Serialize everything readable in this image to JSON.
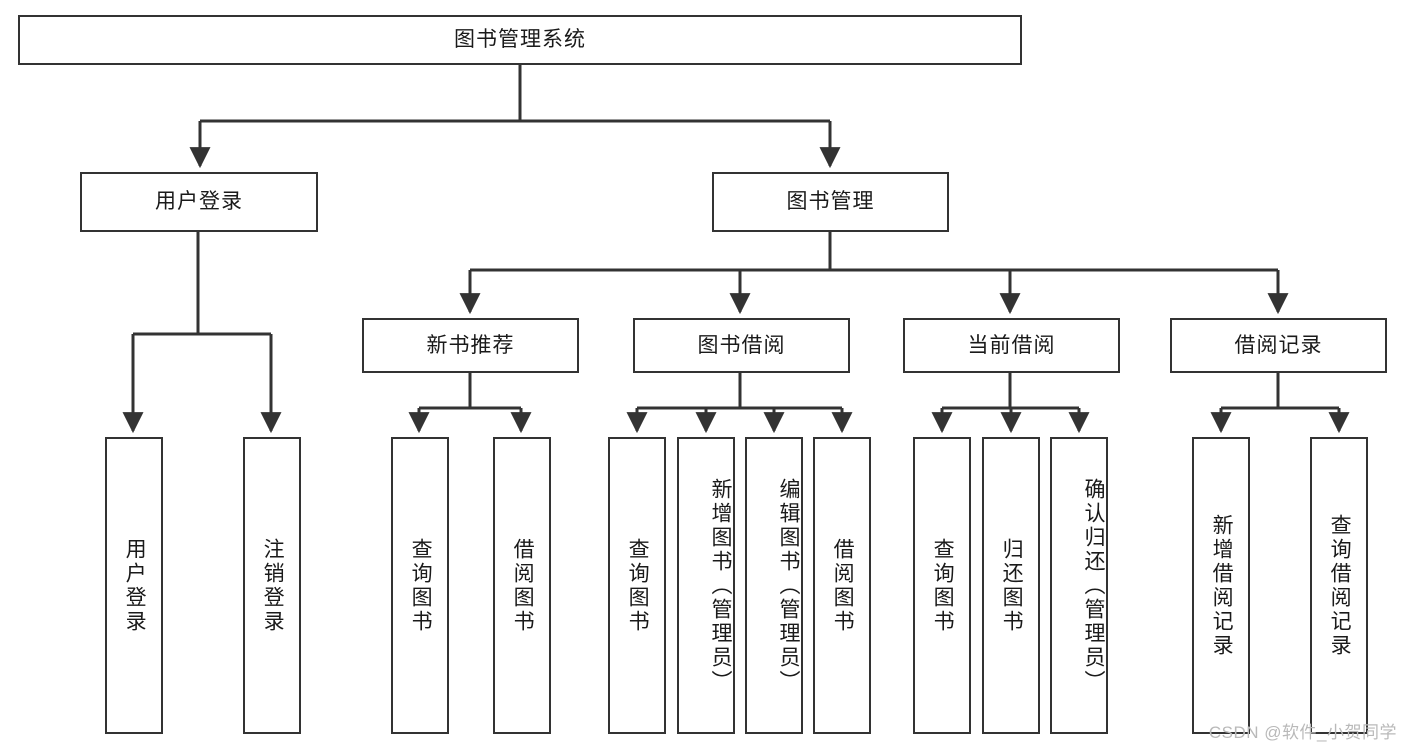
{
  "diagram": {
    "title": "图书管理系统",
    "type": "hierarchy-tree",
    "colors": {
      "box_border": "#333333",
      "box_fill": "#ffffff",
      "edge": "#333333",
      "text": "#1a1a1a",
      "watermark": "#b9b9b9",
      "background": "#ffffff"
    }
  },
  "nodes": {
    "root": {
      "label": "图书管理系统"
    },
    "level2": [
      {
        "label": "用户登录"
      },
      {
        "label": "图书管理"
      }
    ],
    "level3": [
      {
        "label": "新书推荐"
      },
      {
        "label": "图书借阅"
      },
      {
        "label": "当前借阅"
      },
      {
        "label": "借阅记录"
      }
    ],
    "leaves": {
      "user_login": [
        {
          "label": "用户登录"
        },
        {
          "label": "注销登录"
        }
      ],
      "new_book_recommend": [
        {
          "label": "查询图书"
        },
        {
          "label": "借阅图书"
        }
      ],
      "book_borrow": [
        {
          "label": "查询图书"
        },
        {
          "label": "新增图书（管理员）"
        },
        {
          "label": "编辑图书（管理员）"
        },
        {
          "label": "借阅图书"
        }
      ],
      "current_borrow": [
        {
          "label": "查询图书"
        },
        {
          "label": "归还图书"
        },
        {
          "label": "确认归还（管理员）"
        }
      ],
      "borrow_record": [
        {
          "label": "新增借阅记录"
        },
        {
          "label": "查询借阅记录"
        }
      ]
    }
  },
  "watermark": {
    "text": "CSDN @软件_小贺同学"
  },
  "chart_data": {
    "type": "table",
    "title": "图书管理系统 功能结构图",
    "tree": {
      "name": "图书管理系统",
      "children": [
        {
          "name": "用户登录",
          "children": [
            {
              "name": "用户登录"
            },
            {
              "name": "注销登录"
            }
          ]
        },
        {
          "name": "图书管理",
          "children": [
            {
              "name": "新书推荐",
              "children": [
                {
                  "name": "查询图书"
                },
                {
                  "name": "借阅图书"
                }
              ]
            },
            {
              "name": "图书借阅",
              "children": [
                {
                  "name": "查询图书"
                },
                {
                  "name": "新增图书（管理员）"
                },
                {
                  "name": "编辑图书（管理员）"
                },
                {
                  "name": "借阅图书"
                }
              ]
            },
            {
              "name": "当前借阅",
              "children": [
                {
                  "name": "查询图书"
                },
                {
                  "name": "归还图书"
                },
                {
                  "name": "确认归还（管理员）"
                }
              ]
            },
            {
              "name": "借阅记录",
              "children": [
                {
                  "name": "新增借阅记录"
                },
                {
                  "name": "查询借阅记录"
                }
              ]
            }
          ]
        }
      ]
    }
  }
}
